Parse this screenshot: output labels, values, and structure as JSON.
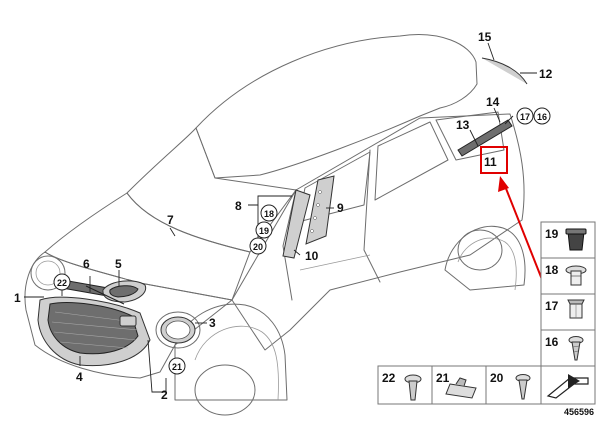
{
  "colors": {
    "accent": "#e00000",
    "line": "#6d6d6d",
    "label": "#111111"
  },
  "labels": {
    "l1": "1",
    "l2": "2",
    "l3": "3",
    "l4": "4",
    "l5": "5",
    "l6": "6",
    "l7": "7",
    "l8": "8",
    "l9": "9",
    "l10": "10",
    "l11": "11",
    "l12": "12",
    "l13": "13",
    "l14": "14",
    "l15": "15"
  },
  "circled": {
    "c16": "16",
    "c17": "17",
    "c18": "18",
    "c19": "19",
    "c20": "20",
    "c21": "21",
    "c22": "22"
  },
  "table": {
    "side": [
      "19",
      "18",
      "17",
      "16"
    ],
    "bottom": [
      "22",
      "21",
      "20"
    ]
  },
  "doc_number": "456596",
  "highlight": {
    "label": "11",
    "color": "#e00000"
  }
}
